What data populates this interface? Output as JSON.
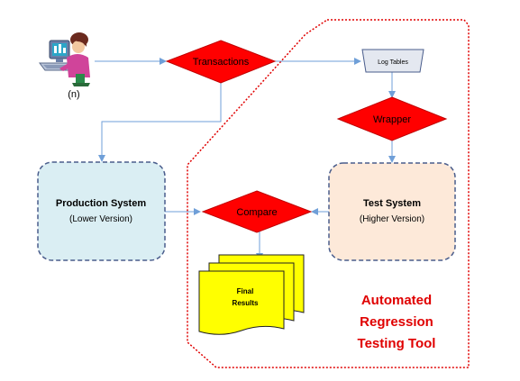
{
  "diagram": {
    "user_caption": "(n)",
    "nodes": {
      "transactions": "Transactions",
      "log_tables": "Log Tables",
      "wrapper": "Wrapper",
      "compare": "Compare",
      "production_title": "Production System",
      "production_version": "(Lower Version)",
      "test_title": "Test System",
      "test_version": "(Higher Version)",
      "final_results_line1": "Final",
      "final_results_line2": "Results"
    },
    "tool_label": {
      "line1": "Automated",
      "line2": "Regression",
      "line3": "Testing Tool"
    }
  },
  "colors": {
    "decision_fill": "#ff0000",
    "arrow": "#6f9fd8",
    "production_fill": "#daeef3",
    "test_fill": "#fde9d9",
    "box_border": "#4a5d8c",
    "document_fill": "#ffff00",
    "tool_label": "#e00000",
    "boundary": "#e00000"
  },
  "icons": {
    "user": "person-at-computer-icon"
  }
}
